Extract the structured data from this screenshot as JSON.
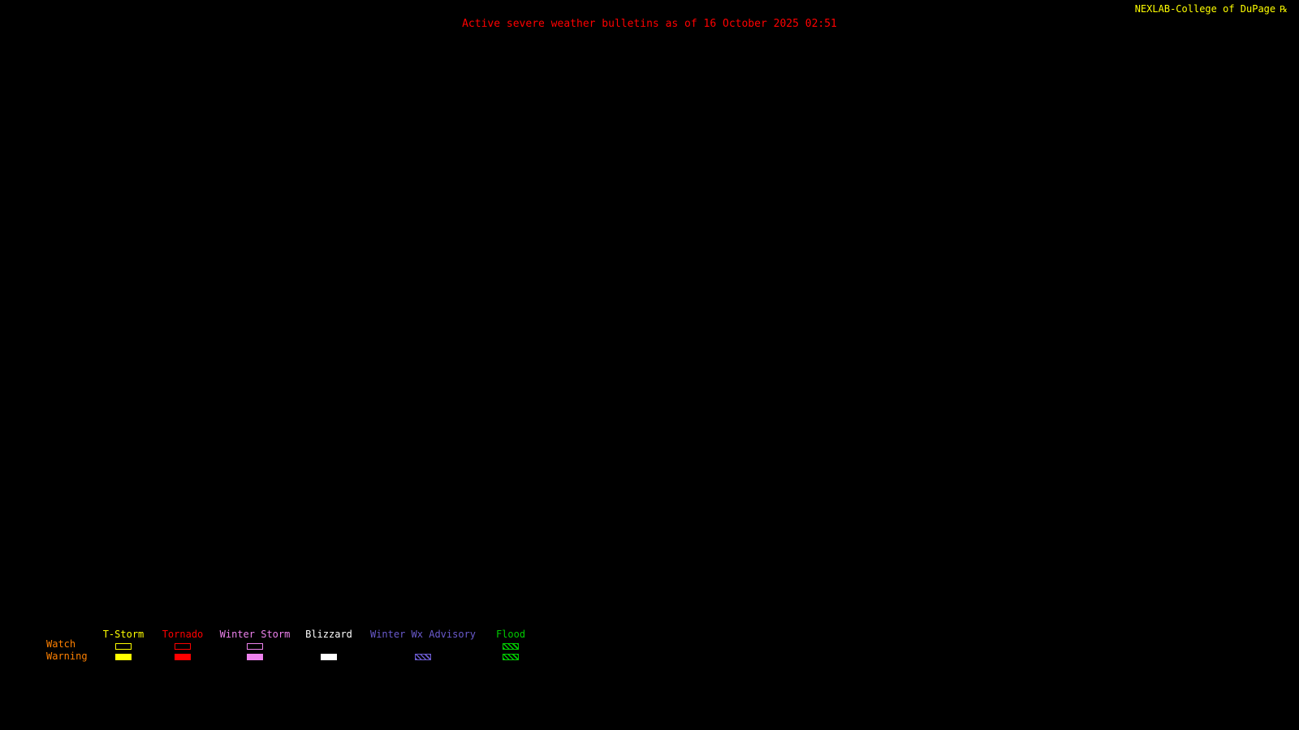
{
  "header": {
    "title": "Active severe weather bulletins as of 16 October 2025 02:51",
    "brand": "NEXLAB-College of DuPage",
    "brand_icon": "℞"
  },
  "colors": {
    "background": "#000000",
    "title": "#ff0000",
    "brand": "#ffff00",
    "row_labels": "#ff8000"
  },
  "legend": {
    "row_labels": [
      "Watch",
      "Warning"
    ],
    "categories": [
      {
        "label": "T-Storm",
        "color": "#ffff00",
        "watch": "outline",
        "warning": "fill"
      },
      {
        "label": "Tornado",
        "color": "#ff0000",
        "watch": "outline",
        "warning": "fill"
      },
      {
        "label": "Winter Storm",
        "color": "#ee82ee",
        "watch": "outline",
        "warning": "fill"
      },
      {
        "label": "Blizzard",
        "color": "#ffffff",
        "watch": "none",
        "warning": "fill"
      },
      {
        "label": "Winter Wx Advisory",
        "color": "#6a5acd",
        "watch": "none",
        "warning": "hatch"
      },
      {
        "label": "Flood",
        "color": "#00cc00",
        "watch": "hatch",
        "warning": "hatch"
      }
    ]
  }
}
